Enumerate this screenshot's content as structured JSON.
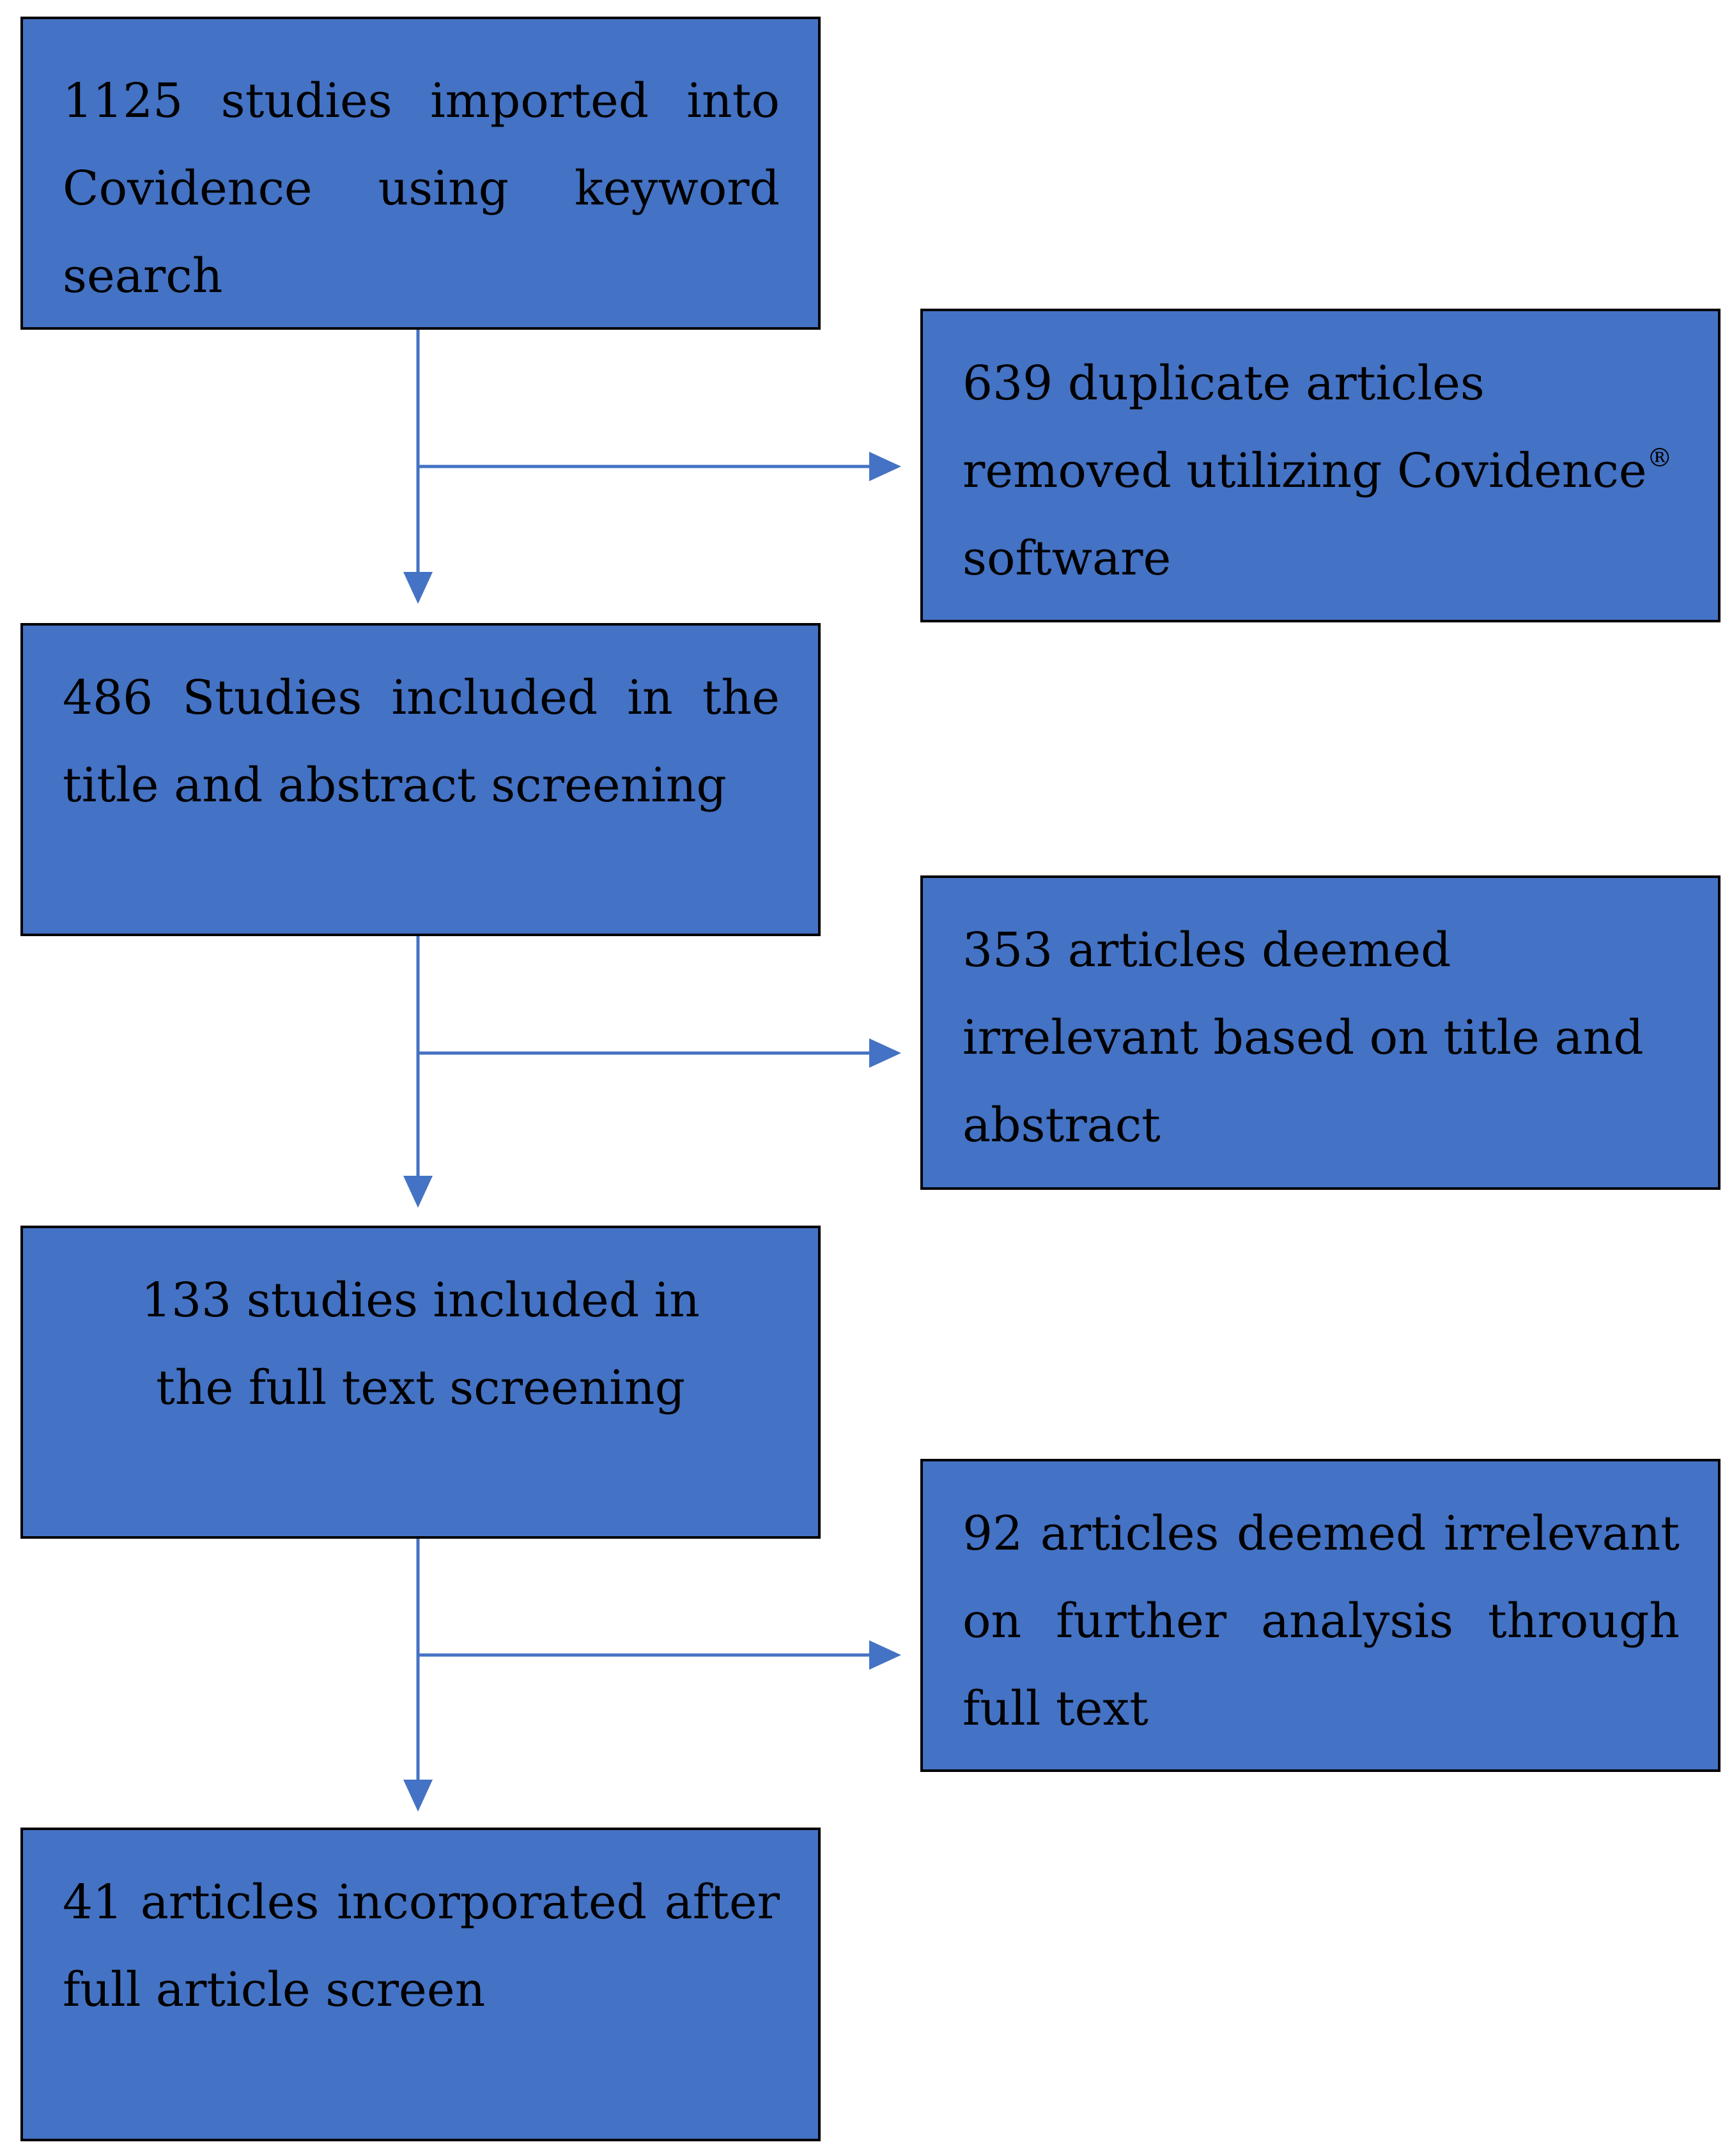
{
  "diagram": {
    "boxes": [
      {
        "id": "imported",
        "text": "1125 studies imported into Covidence using keyword search"
      },
      {
        "id": "duplicates",
        "text_before": "639 duplicate articles removed utilizing Covidence",
        "superscript": "®",
        "text_after": " software"
      },
      {
        "id": "title-abstract",
        "text": "486 Studies included in the title and abstract screening"
      },
      {
        "id": "irrelevant-title",
        "text": "353 articles deemed irrelevant based on title and abstract"
      },
      {
        "id": "full-text",
        "text": "133 studies included in the full text screening"
      },
      {
        "id": "irrelevant-full",
        "text": "92 articles deemed irrelevant on further analysis through full text"
      },
      {
        "id": "incorporated",
        "text": "41 articles incorporated after full article screen"
      }
    ],
    "colors": {
      "box_fill": "#4472c4",
      "box_border": "#000000",
      "arrow": "#4472c4",
      "text": "#000000"
    }
  }
}
